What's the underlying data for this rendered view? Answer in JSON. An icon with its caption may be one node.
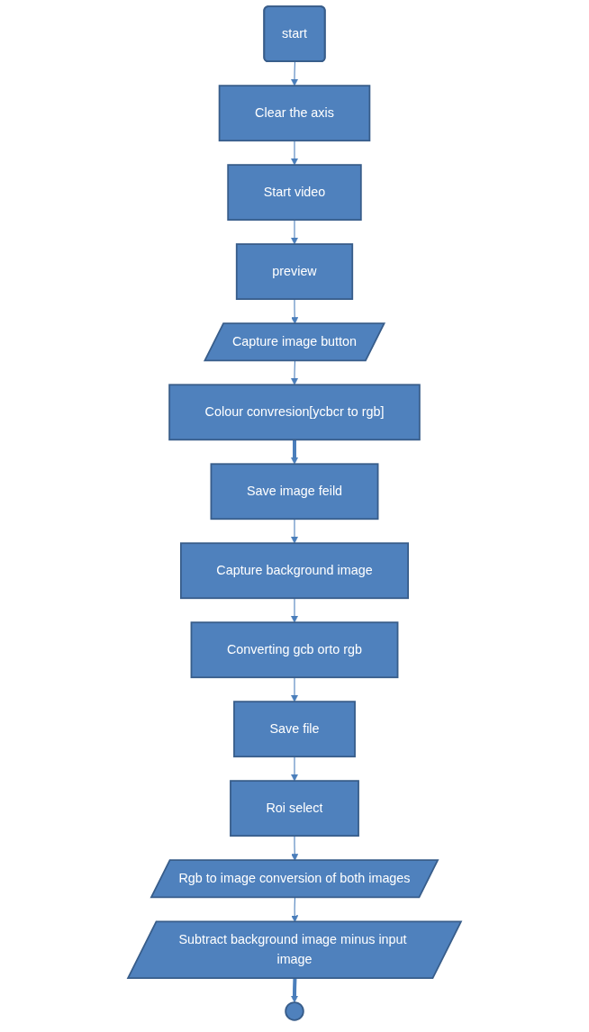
{
  "diagram": {
    "nodes": [
      {
        "text": [
          "start"
        ]
      },
      {
        "text": [
          "Clear the axis"
        ]
      },
      {
        "text": [
          "Start video"
        ]
      },
      {
        "text": [
          "preview"
        ]
      },
      {
        "text": [
          "Capture image button"
        ]
      },
      {
        "text": [
          "Colour convresion[ycbcr to rgb]"
        ]
      },
      {
        "text": [
          "Save image feild"
        ]
      },
      {
        "text": [
          "Capture background image"
        ]
      },
      {
        "text": [
          "Converting gcb orto rgb"
        ]
      },
      {
        "text": [
          "Save file"
        ]
      },
      {
        "text": [
          "Roi select"
        ]
      },
      {
        "text": [
          "Rgb to image conversion of both images"
        ]
      },
      {
        "text": [
          "Subtract background image minus input image"
        ]
      },
      {
        "text": [],
        "shape": "circle"
      }
    ],
    "edges": [
      {
        "from": 0,
        "to": 1,
        "arrow": "to"
      },
      {
        "from": 1,
        "to": 2,
        "arrow": "to"
      },
      {
        "from": 2,
        "to": 3,
        "arrow": "to"
      },
      {
        "from": 3,
        "to": 4,
        "arrow": "to"
      },
      {
        "from": 4,
        "to": 5,
        "arrow": "to"
      },
      {
        "from": 5,
        "to": 6,
        "arrow": "to",
        "style": "thick"
      },
      {
        "from": 6,
        "to": 7,
        "arrow": "to"
      },
      {
        "from": 7,
        "to": 8,
        "arrow": "to"
      },
      {
        "from": 8,
        "to": 9,
        "arrow": "to"
      },
      {
        "from": 9,
        "to": 10,
        "arrow": "to"
      },
      {
        "from": 10,
        "to": 11,
        "arrow": "to"
      },
      {
        "from": 11,
        "to": 12,
        "arrow": "to"
      },
      {
        "from": 12,
        "to": 13,
        "arrow": "to",
        "style": "thick"
      }
    ]
  }
}
